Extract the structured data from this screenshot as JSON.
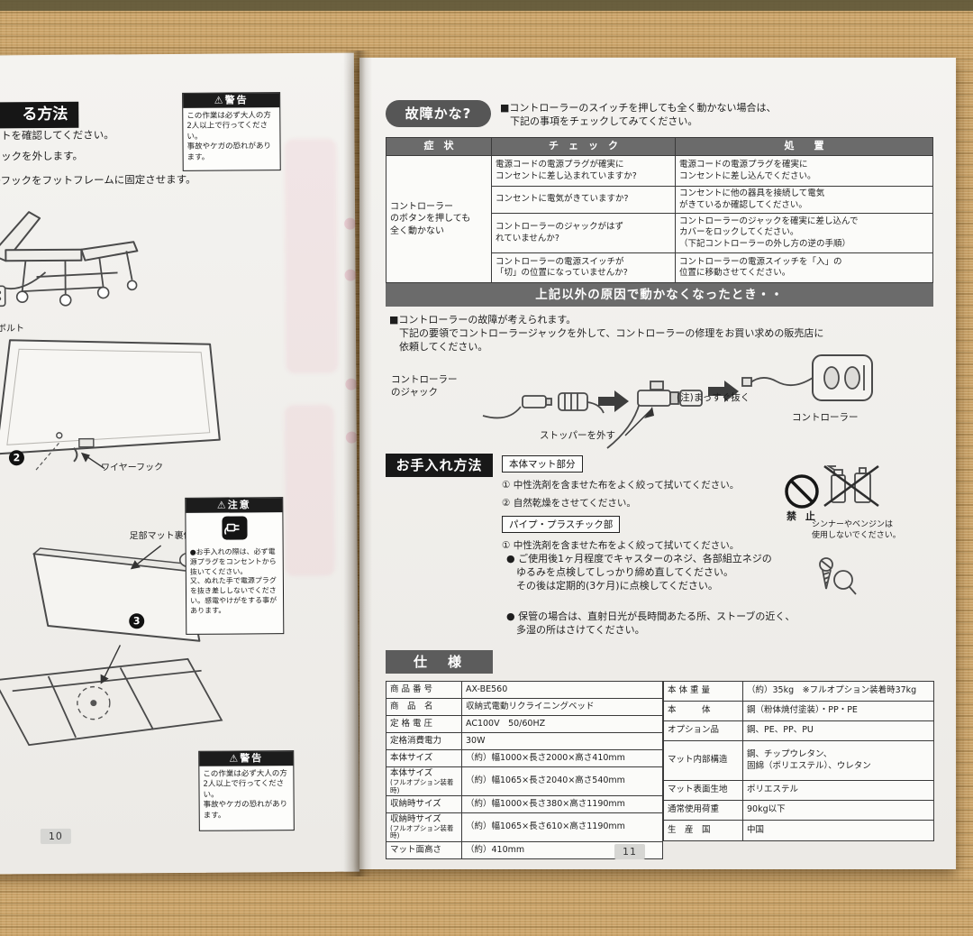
{
  "photo": {
    "left_page_number": "10",
    "right_page_number": "11"
  },
  "left_page": {
    "section_header": "る方法",
    "line1": "ットを確認してください。",
    "line2": "フックを外します。",
    "line3": "ーフックをフットフレームに固定させます。",
    "warning_top": {
      "icon": "⚠",
      "title": "警告",
      "body": "この作業は必ず大人の方\n2人以上で行ってください。\n事故やケガの恐れがあります。"
    },
    "label_bolt": "プボルト",
    "step2": "2",
    "label_wire_hook": "ワイヤーフック",
    "label_foot_mat": "足部マット裏側",
    "step3": "3",
    "caution": {
      "icon": "⚠",
      "title": "注意",
      "body": "●お手入れの際は、必ず電源プラグをコンセントから抜いてください。\n又、ぬれた手で電源プラグを抜き差ししないでください。感電やけがをする事があります。"
    },
    "warning_bottom": {
      "icon": "⚠",
      "title": "警告",
      "body": "この作業は必ず大人の方\n2人以上で行ってください。\n事故やケガの恐れがあります。"
    }
  },
  "right_page": {
    "trouble": {
      "title": "故障かな?",
      "note": "■コントローラーのスイッチを押しても全く動かない場合は、\n　下記の事項をチェックしてみてください。",
      "col_symptom": "症　状",
      "col_check": "チ　ェ　ッ　ク",
      "col_action": "処　　置",
      "symptom": "コントローラー\nのボタンを押しても\n全く動かない",
      "rows": [
        {
          "check": "電源コードの電源プラグが確実に\nコンセントに差し込まれていますか?",
          "action": "電源コードの電源プラグを確実に\nコンセントに差し込んでください。"
        },
        {
          "check": "コンセントに電気がきていますか?",
          "action": "コンセントに他の器具を接続して電気\nがきているか確認してください。"
        },
        {
          "check": "コントローラーのジャックがはず\nれていませんか?",
          "action": "コントローラーのジャックを確実に差し込んで\nカバーをロックしてください。\n（下記コントローラーの外し方の逆の手順）"
        },
        {
          "check": "コントローラーの電源スイッチが\n「切」の位置になっていませんか?",
          "action": "コントローラーの電源スイッチを「入」の\n位置に移動させてください。"
        }
      ]
    },
    "other": {
      "bar_title": "上記以外の原因で動かなくなったとき・・",
      "para": "■コントローラーの故障が考えられます。\n　下記の要領でコントローラージャックを外して、コントローラーの修理をお買い求めの販売店に\n　依頼してください。",
      "label_jack": "コントローラー\nのジャック",
      "label_note": "(注)まっすぐ抜く",
      "label_controller": "コントローラー",
      "label_stopper": "ストッパーを外す"
    },
    "care": {
      "title": "お手入れ方法",
      "sec1_title": "本体マット部分",
      "sec1_item1": "① 中性洗剤を含ませた布をよく絞って拭いてください。",
      "sec1_item2": "② 自然乾燥をさせてください。",
      "sec2_title": "パイプ・プラスチック部",
      "sec2_item1": "① 中性洗剤を含ませた布をよく絞って拭いてください。",
      "prohibit_label": "禁 止",
      "prohibit_note": "シンナーやベンジンは\n使用しないでください。",
      "bullet1": "● ご使用後1ヶ月程度でキャスターのネジ、各部組立ネジの\n　ゆるみを点検してしっかり締め直してください。\n　その後は定期的(3ケ月)に点検してください。",
      "bullet2": "● 保管の場合は、直射日光が長時間あたる所、ストーブの近く、\n　多湿の所はさけてください。"
    },
    "spec": {
      "title": "仕　様",
      "left_rows": [
        {
          "label": "商 品 番 号",
          "sub": "",
          "value": "AX-BE560"
        },
        {
          "label": "商　品　名",
          "sub": "",
          "value": "収納式電動リクライニングベッド"
        },
        {
          "label": "定 格 電 圧",
          "sub": "",
          "value": "AC100V　50/60HZ"
        },
        {
          "label": "定格消費電力",
          "sub": "",
          "value": "30W"
        },
        {
          "label": "本体サイズ",
          "sub": "",
          "value": "（約）幅1000×長さ2000×高さ410mm"
        },
        {
          "label": "本体サイズ",
          "sub": "(フルオプション装着時)",
          "value": "（約）幅1065×長さ2040×高さ540mm"
        },
        {
          "label": "収納時サイズ",
          "sub": "",
          "value": "（約）幅1000×長さ380×高さ1190mm"
        },
        {
          "label": "収納時サイズ",
          "sub": "(フルオプション装着時)",
          "value": "（約）幅1065×長さ610×高さ1190mm"
        },
        {
          "label": "マット面高さ",
          "sub": "",
          "value": "（約）410mm"
        }
      ],
      "right_rows": [
        {
          "label": "本 体 重 量",
          "value": "（約）35kg　※フルオプション装着時37kg"
        },
        {
          "label": "本　　　体",
          "value": "鋼（粉体焼付塗装）・PP・PE"
        },
        {
          "label": "オプション品",
          "value": "鋼、PE、PP、PU"
        },
        {
          "label": "マット内部構造",
          "value": "鋼、チップウレタン、\n固綿（ポリエステル）、ウレタン"
        },
        {
          "label": "マット表面生地",
          "value": "ポリエステル"
        },
        {
          "label": "通常使用荷重",
          "value": "90kg以下"
        },
        {
          "label": "生　産　国",
          "value": "中国"
        }
      ]
    }
  }
}
